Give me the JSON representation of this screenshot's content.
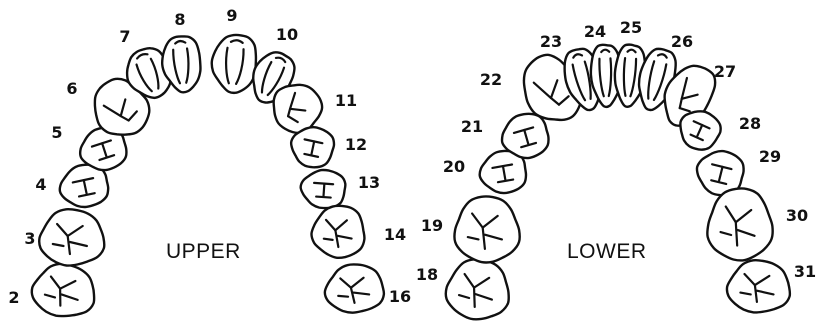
{
  "upper": {
    "label": "UPPER",
    "teeth": [
      {
        "number": "2",
        "type": "molar"
      },
      {
        "number": "3",
        "type": "molar"
      },
      {
        "number": "4",
        "type": "premolar"
      },
      {
        "number": "5",
        "type": "premolar"
      },
      {
        "number": "6",
        "type": "canine"
      },
      {
        "number": "7",
        "type": "incisor"
      },
      {
        "number": "8",
        "type": "incisor"
      },
      {
        "number": "9",
        "type": "incisor"
      },
      {
        "number": "10",
        "type": "incisor"
      },
      {
        "number": "11",
        "type": "canine"
      },
      {
        "number": "12",
        "type": "premolar"
      },
      {
        "number": "13",
        "type": "premolar"
      },
      {
        "number": "14",
        "type": "molar"
      },
      {
        "number": "16",
        "type": "molar"
      }
    ]
  },
  "lower": {
    "label": "LOWER",
    "teeth": [
      {
        "number": "18",
        "type": "molar"
      },
      {
        "number": "19",
        "type": "molar"
      },
      {
        "number": "20",
        "type": "premolar"
      },
      {
        "number": "21",
        "type": "premolar"
      },
      {
        "number": "22",
        "type": "canine"
      },
      {
        "number": "23",
        "type": "incisor"
      },
      {
        "number": "24",
        "type": "incisor"
      },
      {
        "number": "25",
        "type": "incisor"
      },
      {
        "number": "26",
        "type": "incisor"
      },
      {
        "number": "27",
        "type": "canine"
      },
      {
        "number": "28",
        "type": "premolar"
      },
      {
        "number": "29",
        "type": "premolar"
      },
      {
        "number": "30",
        "type": "molar"
      },
      {
        "number": "31",
        "type": "molar"
      }
    ]
  }
}
